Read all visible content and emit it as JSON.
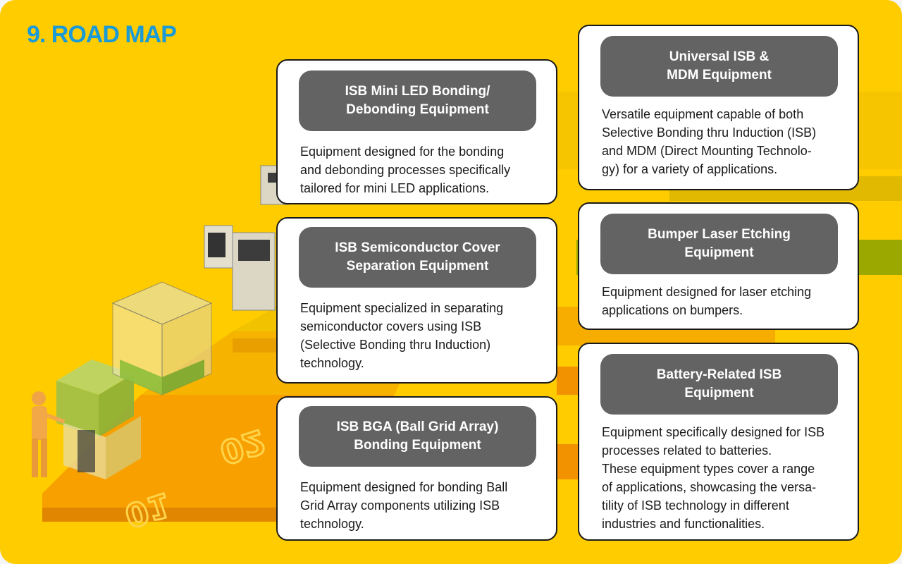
{
  "page": {
    "title": "9. ROAD MAP"
  },
  "colors": {
    "background": "#ffcc00",
    "title": "#1a9ad6",
    "header": "#636363",
    "card_border": "#1a1a1a"
  },
  "illustration": {
    "step_labels": [
      "01",
      "02"
    ]
  },
  "cards": [
    {
      "id": "isb-mini-led",
      "title": "ISB Mini LED Bonding/\nDebonding Equipment",
      "description": "Equipment designed for the bonding\nand debonding processes specifically\ntailored for mini LED applications."
    },
    {
      "id": "isb-semiconductor-cover",
      "title": "ISB Semiconductor Cover\nSeparation Equipment",
      "description": "Equipment specialized in separating\nsemiconductor covers using ISB\n(Selective Bonding thru Induction)\ntechnology."
    },
    {
      "id": "isb-bga",
      "title": "ISB BGA (Ball Grid Array)\nBonding Equipment",
      "description": "Equipment designed for bonding Ball\nGrid Array components utilizing ISB\ntechnology."
    },
    {
      "id": "universal-isb-mdm",
      "title": "Universal ISB &\nMDM Equipment",
      "description": "Versatile equipment capable of both\nSelective Bonding thru Induction (ISB)\nand MDM (Direct Mounting Technolo-\ngy) for a variety of applications."
    },
    {
      "id": "bumper-laser-etching",
      "title": "Bumper Laser Etching\nEquipment",
      "description": "Equipment designed for laser etching\napplications on bumpers."
    },
    {
      "id": "battery-isb",
      "title": "Battery-Related ISB\nEquipment",
      "description": "Equipment specifically designed for ISB\nprocesses related to batteries.\nThese equipment types cover a range\nof applications, showcasing the versa-\ntility of ISB technology in different\nindustries and functionalities."
    }
  ]
}
